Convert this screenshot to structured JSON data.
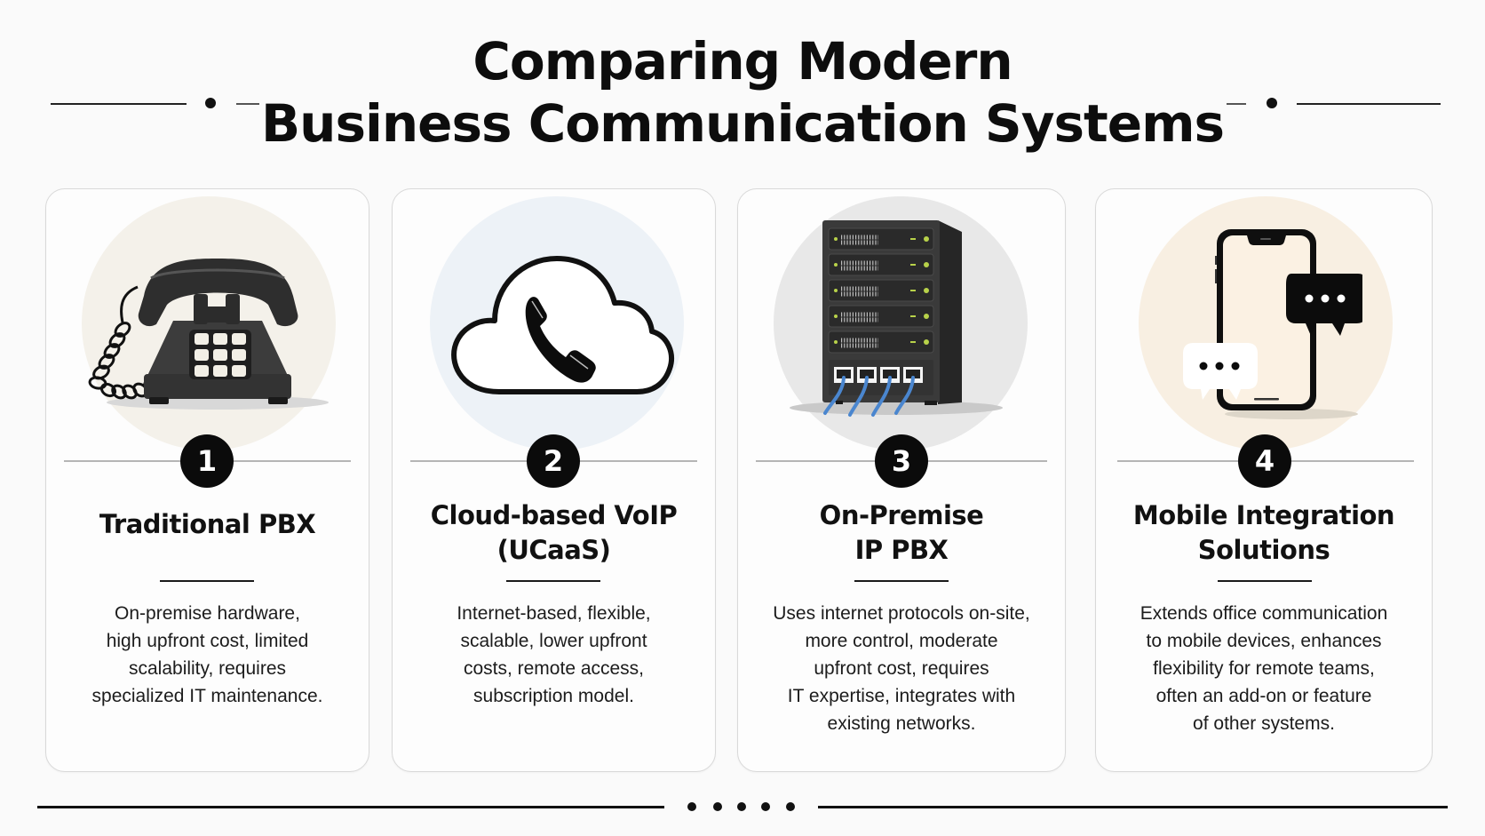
{
  "header": {
    "title_line1": "Comparing Modern",
    "title_line2": "Business Communication Systems"
  },
  "cards": [
    {
      "number": "1",
      "title": "Traditional PBX",
      "description": "On-premise hardware,\nhigh upfront cost, limited\nscalability, requires\nspecialized IT maintenance.",
      "icon": "desk-phone-icon",
      "halo_color": "#f4f1ea"
    },
    {
      "number": "2",
      "title": "Cloud-based VoIP\n(UCaaS)",
      "description": "Internet-based, flexible,\nscalable, lower upfront\ncosts, remote access,\nsubscription model.",
      "icon": "cloud-phone-icon",
      "halo_color": "#edf2f7"
    },
    {
      "number": "3",
      "title": "On-Premise\nIP PBX",
      "description": "Uses internet protocols on-site,\nmore control, moderate\nupfront cost, requires\nIT expertise, integrates with\nexisting networks.",
      "icon": "server-rack-icon",
      "halo_color": "#e8e8e8"
    },
    {
      "number": "4",
      "title": "Mobile Integration\nSolutions",
      "description": "Extends office communication\nto mobile devices, enhances\nflexibility for remote teams,\noften an add-on or feature\nof other systems.",
      "icon": "smartphone-chat-icon",
      "halo_color": "#f8efe2"
    }
  ],
  "colors": {
    "background": "#fafafa",
    "badge": "#0b0b0b",
    "cable_blue": "#4a86cf",
    "led_green": "#b8d24a"
  }
}
